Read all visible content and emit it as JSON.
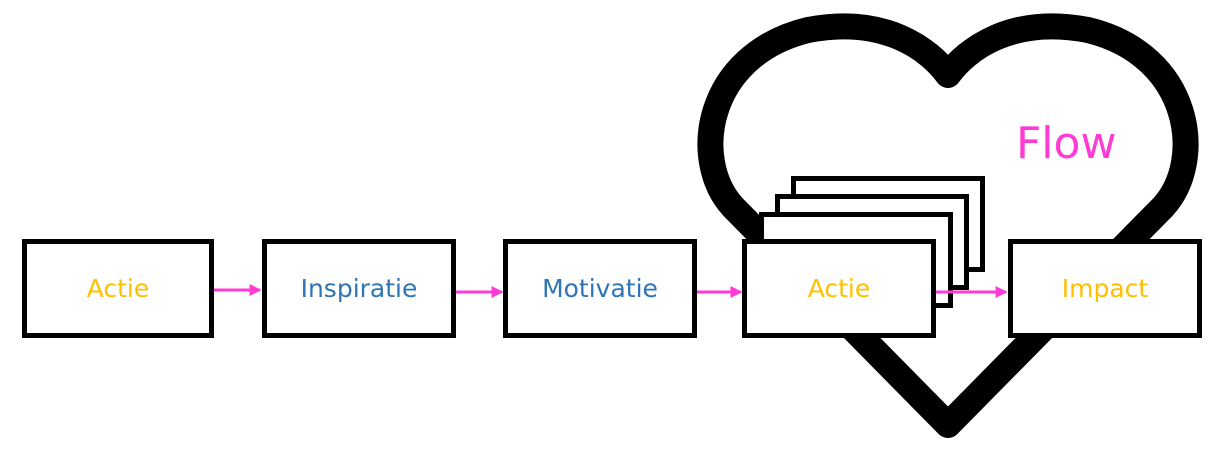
{
  "flow_label": "Flow",
  "heart_icon": "heart-outline",
  "steps": [
    {
      "label": "Actie",
      "color": "#FFC000"
    },
    {
      "label": "Inspiratie",
      "color": "#2E75B6"
    },
    {
      "label": "Motivatie",
      "color": "#2E75B6"
    },
    {
      "label": "Actie",
      "color": "#FFC000"
    },
    {
      "label": "Impact",
      "color": "#FFC000"
    }
  ],
  "colors": {
    "flow": "#FF3BD4",
    "arrow": "#FF3BD4",
    "outline": "#000000"
  }
}
